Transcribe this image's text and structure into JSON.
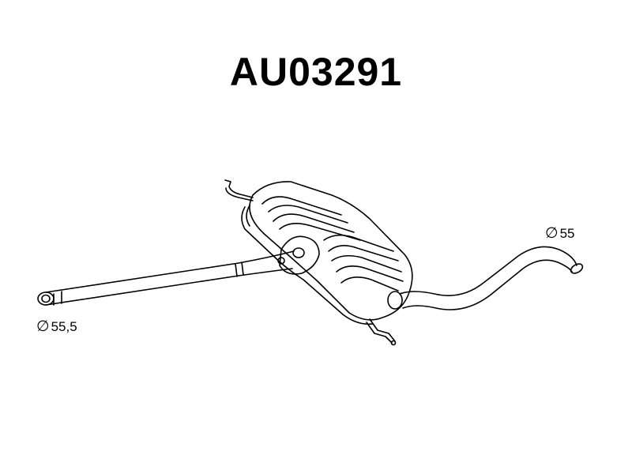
{
  "part_number": "AU03291",
  "dimensions": {
    "inlet_symbol": "∅",
    "inlet_value": "55,5",
    "outlet_symbol": "∅",
    "outlet_value": "55"
  },
  "colors": {
    "line": "#000000",
    "background": "#ffffff"
  }
}
